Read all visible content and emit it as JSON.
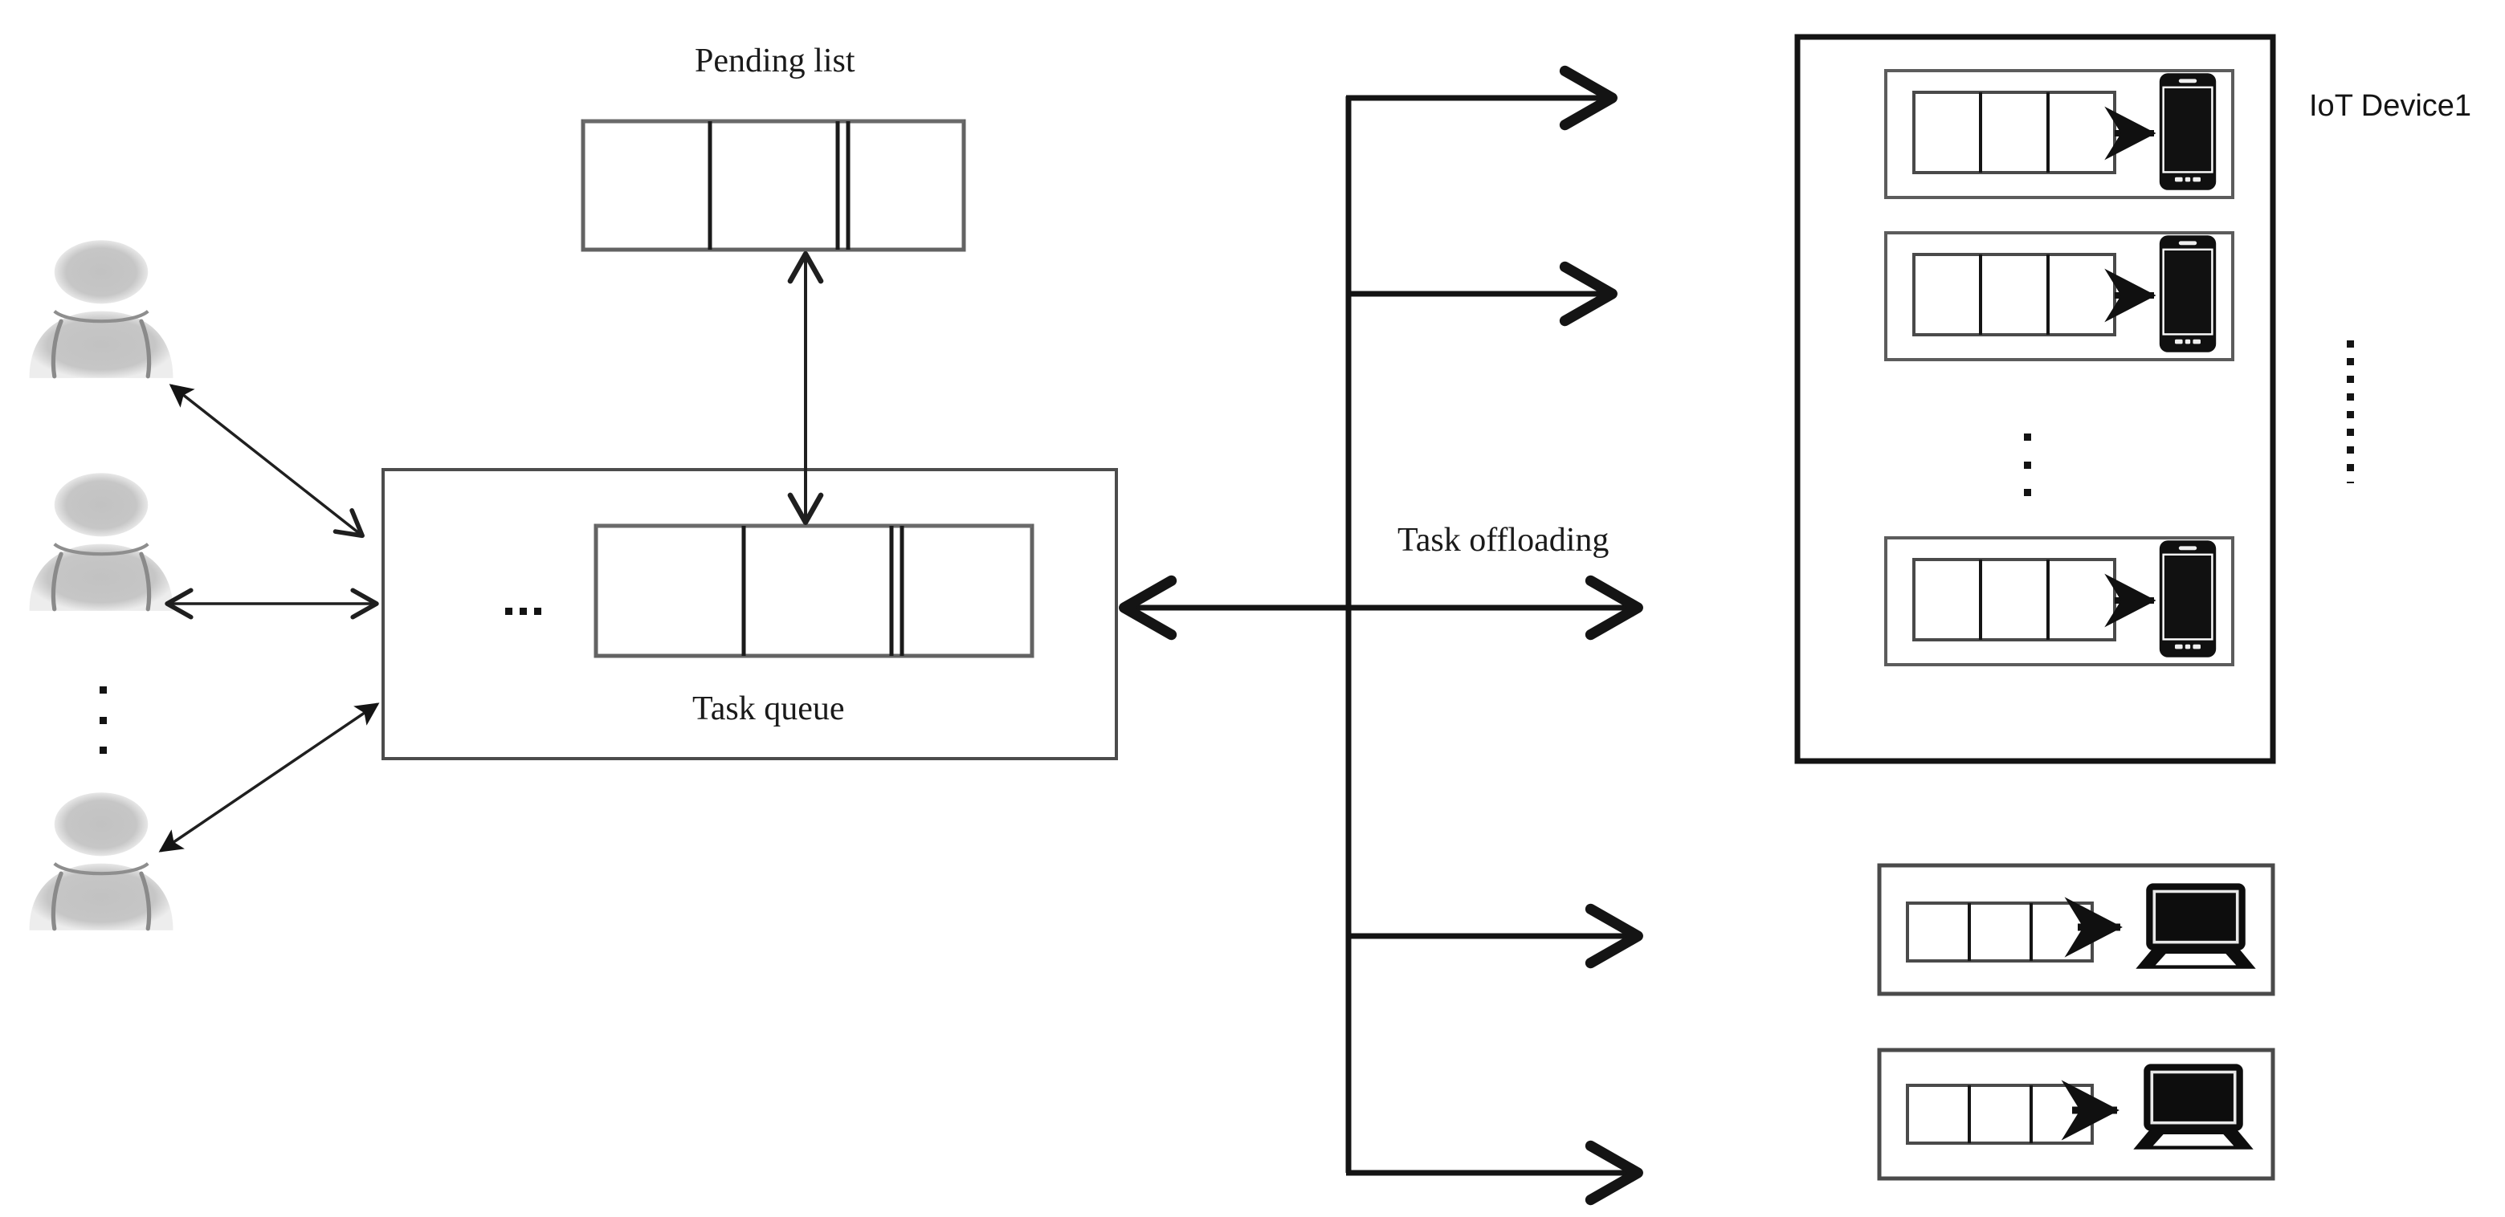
{
  "diagram": {
    "title_labels": {
      "pending_list": "Pending list",
      "task_queue": "Task queue",
      "task_offloading": "Task offloading",
      "iot_device": "IoT Device1"
    },
    "colors": {
      "stroke": "#1a1a1a",
      "box_stroke": "#555555",
      "device_fill": "#111111",
      "user_fill": "#c3c3c3",
      "user_shadow": "#d8d8d8",
      "background": "#ffffff"
    },
    "edge_server": {
      "name": "Task queue container",
      "pending_list": {
        "label": "Pending list",
        "cells": 3,
        "has_double_divider": true
      },
      "queue": {
        "label": "Task queue",
        "cells": 3,
        "has_double_divider": true,
        "overflow_indicator": "..."
      }
    },
    "users": {
      "count_shown": 3,
      "overflow_indicator": "vertical-ellipsis",
      "connections": [
        {
          "from": "user-1",
          "to": "task-queue",
          "type": "bidirectional"
        },
        {
          "from": "user-2",
          "to": "task-queue",
          "type": "bidirectional"
        },
        {
          "from": "user-3",
          "to": "task-queue",
          "type": "bidirectional"
        }
      ]
    },
    "offloading_bus": {
      "label": "Task offloading",
      "branch_count": 5,
      "branches": [
        {
          "index": 1,
          "target": "iot-device-row-1",
          "direction": "right"
        },
        {
          "index": 2,
          "target": "iot-device-row-2",
          "direction": "right"
        },
        {
          "index": 3,
          "target": "iot-device-row-n",
          "direction": "right"
        },
        {
          "index": 4,
          "target": "laptop-row-1",
          "direction": "right"
        },
        {
          "index": 5,
          "target": "laptop-row-2",
          "direction": "right"
        }
      ],
      "return_arrow": {
        "target": "task-queue",
        "direction": "left"
      }
    },
    "iot_group": {
      "label": "IoT Device1",
      "device_type": "smartphone",
      "rows_shown": 3,
      "overflow_indicator": "vertical-ellipsis",
      "rows": [
        {
          "id": "iot-device-row-1",
          "queue_cells": 3,
          "device": "phone-icon"
        },
        {
          "id": "iot-device-row-2",
          "queue_cells": 3,
          "device": "phone-icon"
        },
        {
          "id": "iot-device-row-n",
          "queue_cells": 3,
          "device": "phone-icon"
        }
      ]
    },
    "group_overflow_indicator": "vertical-dotted-line",
    "edge_nodes": {
      "device_type": "laptop",
      "rows": [
        {
          "id": "laptop-row-1",
          "queue_cells": 3,
          "device": "laptop-icon"
        },
        {
          "id": "laptop-row-2",
          "queue_cells": 3,
          "device": "laptop-icon"
        }
      ]
    }
  }
}
